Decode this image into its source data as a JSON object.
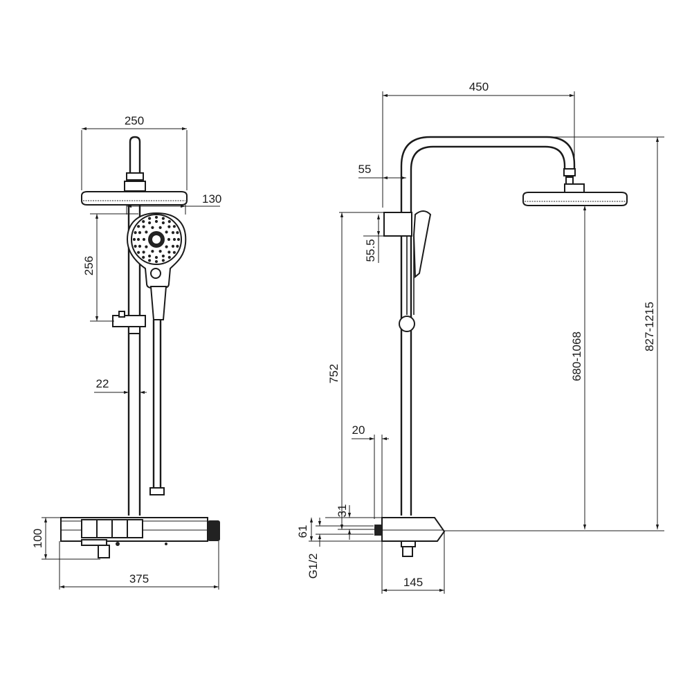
{
  "colors": {
    "line": "#1a1a1a",
    "background": "#ffffff"
  },
  "front_view": {
    "width_head": "250",
    "head_offset": "130",
    "handshower_height": "256",
    "pipe_diameter": "22",
    "height_thermostat": "100",
    "width_thermostat": "375"
  },
  "side_view": {
    "arm_length": "450",
    "wall_offset": "55",
    "bracket_height": "55.5",
    "bracket_to_valve": "752",
    "wall_plate": "20",
    "inlet_offset": "31",
    "valve_height": "61",
    "thread": "G1/2",
    "valve_depth": "145",
    "head_height": "680-1068",
    "total_height": "827-1215"
  }
}
